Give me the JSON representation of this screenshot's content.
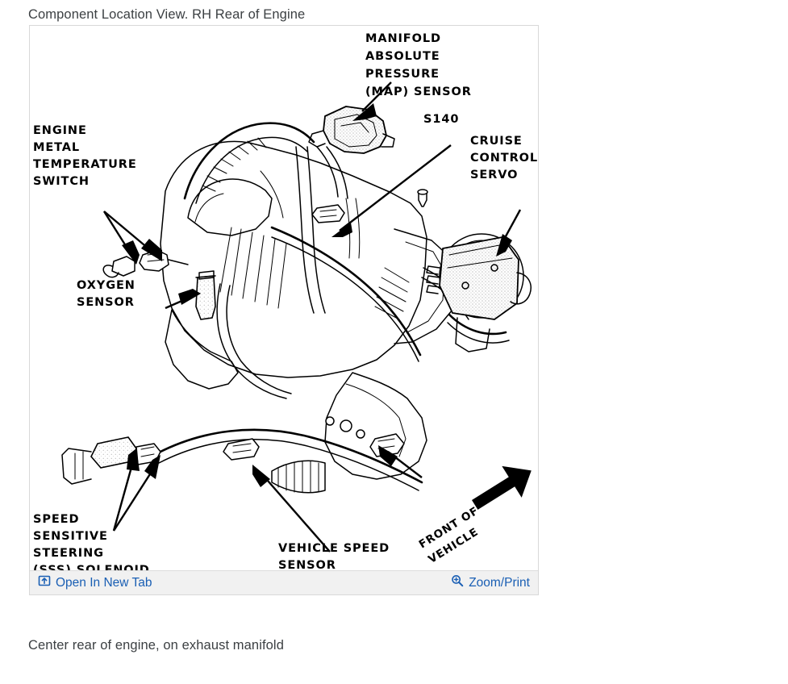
{
  "page": {
    "background_color": "#ffffff",
    "text_color": "#3c4043"
  },
  "heading": {
    "text": "Component Location View. RH Rear of Engine"
  },
  "figure": {
    "frame_border_color": "#d8d8d8",
    "toolbar": {
      "background_color": "#f1f1f1",
      "link_color": "#1a5fb4",
      "open_new_tab": {
        "label": "Open In New Tab",
        "icon": "open-in-new-tab-icon"
      },
      "zoom_print": {
        "label": "Zoom/Print",
        "icon": "magnifier-plus-icon"
      }
    }
  },
  "caption": {
    "text": "Center rear of engine, on exhaust manifold"
  },
  "diagram": {
    "title": "RH Rear of Engine component location line drawing",
    "line_color": "#000000",
    "background_color": "#ffffff",
    "callouts": [
      {
        "id": "map-sensor",
        "lines": [
          "MANIFOLD",
          "ABSOLUTE",
          "PRESSURE",
          "(MAP) SENSOR"
        ]
      },
      {
        "id": "s140",
        "lines": [
          "S140"
        ]
      },
      {
        "id": "cruise-control-servo",
        "lines": [
          "CRUISE",
          "CONTROL",
          "SERVO"
        ]
      },
      {
        "id": "engine-metal-temperature-switch",
        "lines": [
          "ENGINE",
          "METAL",
          "TEMPERATURE",
          "SWITCH"
        ]
      },
      {
        "id": "oxygen-sensor",
        "lines": [
          "OXYGEN",
          "SENSOR"
        ]
      },
      {
        "id": "speed-sensitive-steering-solenoid",
        "lines": [
          "SPEED",
          "SENSITIVE",
          "STEERING",
          "(SSS) SOLENOID"
        ]
      },
      {
        "id": "vehicle-speed-sensor",
        "lines": [
          "VEHICLE SPEED",
          "SENSOR"
        ]
      },
      {
        "id": "front-of-vehicle",
        "lines": [
          "FRONT OF",
          "VEHICLE"
        ]
      }
    ]
  }
}
